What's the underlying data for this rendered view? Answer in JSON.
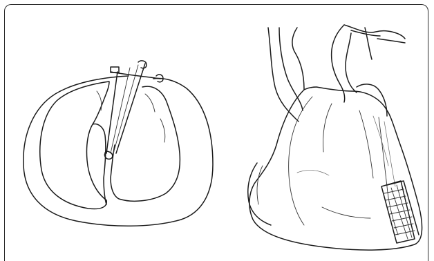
{
  "figure": {
    "panels": [
      {
        "id": "cross-section",
        "description_icon": "heart-cross-section-drawing"
      },
      {
        "id": "external-view",
        "description_icon": "heart-external-view-drawing"
      }
    ],
    "colors": {
      "ink": "#1a1a1a",
      "background": "#ffffff",
      "frame": "#2a2a2a"
    }
  }
}
